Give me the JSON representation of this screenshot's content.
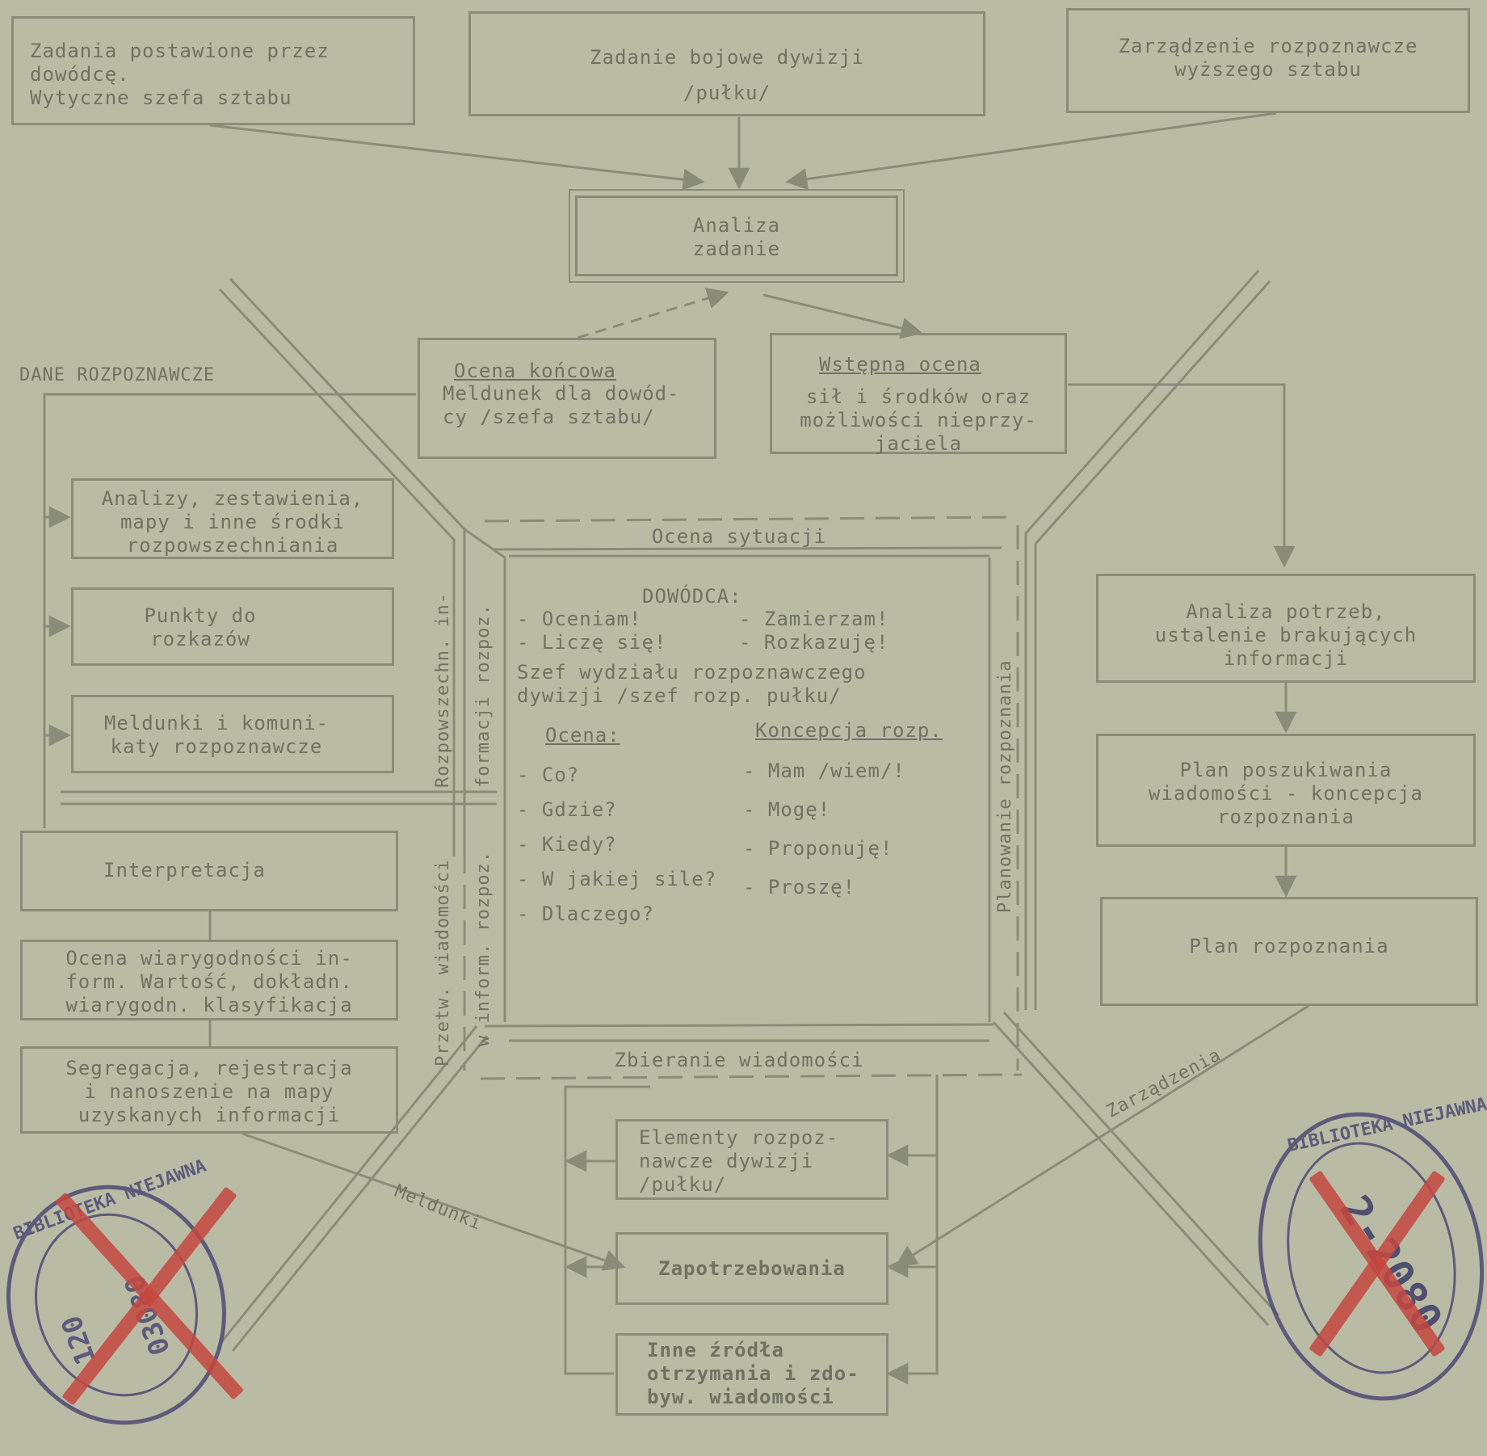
{
  "top": {
    "commander_tasks": "Zadania postawione przez\ndowódcę.\nWytyczne szefa sztabu",
    "combat_task": "Zadanie bojowe dywizji\n/pułku/",
    "higher_staff_order": "Zarządzenie rozpoznawcze\nwyższego sztabu"
  },
  "analysis": "Analiza\nzadanie",
  "final_assessment": {
    "title": "Ocena końcowa",
    "body": "Meldunek dla dowód-\ncy /szefa sztabu/"
  },
  "initial_assessment": {
    "title": "Wstępna ocena",
    "body": "sił i środków oraz\nmożliwości nieprzy-\njaciela"
  },
  "dane_rozpoznawcze": "DANE ROZPOZNAWCZE",
  "left_boxes": {
    "analyses": "Analizy, zestawienia,\nmapy i inne środki\nrozpowszechniania",
    "orders_points": "Punkty do\nrozkazów",
    "reports": "Meldunki i komuni-\nkaty rozpoznawcze",
    "interpretation": "Interpretacja",
    "credibility": "Ocena wiarygodności in-\nform. Wartość, dokładn.\nwiarygodn. klasyfikacja",
    "segregation": "Segregacja, rejestracja\ni nanoszenie na mapy\nuzyskanych informacji"
  },
  "right_boxes": {
    "needs": "Analiza potrzeb,\nustalenie brakujących\ninformacji",
    "search_plan": "Plan poszukiwania\nwiadomości - koncepcja\nrozpoznania",
    "recon_plan": "Plan rozpoznania"
  },
  "bottom_boxes": {
    "elements": "Elementy rozpoz-\nnawcze dywizji\n/pułku/",
    "requests": "Zapotrzebowania",
    "other_sources": "Inne źródła\notrzymania i zdo-\nbyw. wiadomości"
  },
  "center": {
    "ocena_sytuacji": "Ocena sytuacji",
    "zbieranie": "Zbieranie wiadomości",
    "dowodca": "DOWÓDCA:",
    "cmd_left": "- Oceniam!\n- Liczę się!",
    "cmd_right": "- Zamierzam!\n- Rozkazuję!",
    "chief": "Szef wydziału rozpoznawczego\ndywizji /szef rozp. pułku/",
    "ocena_title": "Ocena:",
    "ocena_items": "- Co?\n- Gdzie?\n- Kiedy?\n- W jakiej sile?\n- Dlaczego?",
    "koncepcja_title": "Koncepcja rozp.",
    "koncepcja_items": "- Mam /wiem/!\n- Mogę!\n- Proponuję!\n- Proszę!"
  },
  "side_labels": {
    "left_upper_1": "Rozpowszechn. in-",
    "left_upper_2": "formacji rozpoz.",
    "left_lower_1": "Przetw. wiadomości",
    "left_lower_2": "w inform. rozpoz.",
    "right": "Planowanie rozpoznania"
  },
  "diagonal_labels": {
    "meldunki": "Meldunki",
    "zarzadzenia": "Zarządzenia"
  },
  "stamps": {
    "left_text": "BIBLIOTEKA NIEJAWNA",
    "left_number": "03080",
    "left_handwritten": "120",
    "right_text": "BIBLIOTEKA NIEJAWNA",
    "right_number": "2-2080"
  }
}
